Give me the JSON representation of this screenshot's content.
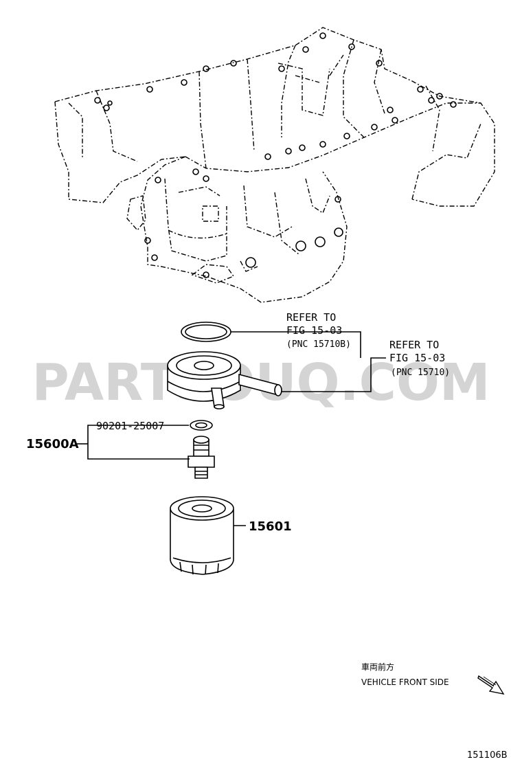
{
  "watermark": "PARTSOUQ.COM",
  "callouts": {
    "refer_a": {
      "line1": "REFER TO",
      "line2": "FIG 15-03",
      "line3": "(PNC 15710B)"
    },
    "refer_b": {
      "line1": "REFER TO",
      "line2": "FIG 15-03",
      "line3": "(PNC 15710)"
    },
    "gasket_part": "90201-25007",
    "assembly_part": "15600A",
    "filter_part": "15601"
  },
  "direction": {
    "japanese": "車両前方",
    "english": "VEHICLE FRONT SIDE"
  },
  "figure_code": "151106B"
}
